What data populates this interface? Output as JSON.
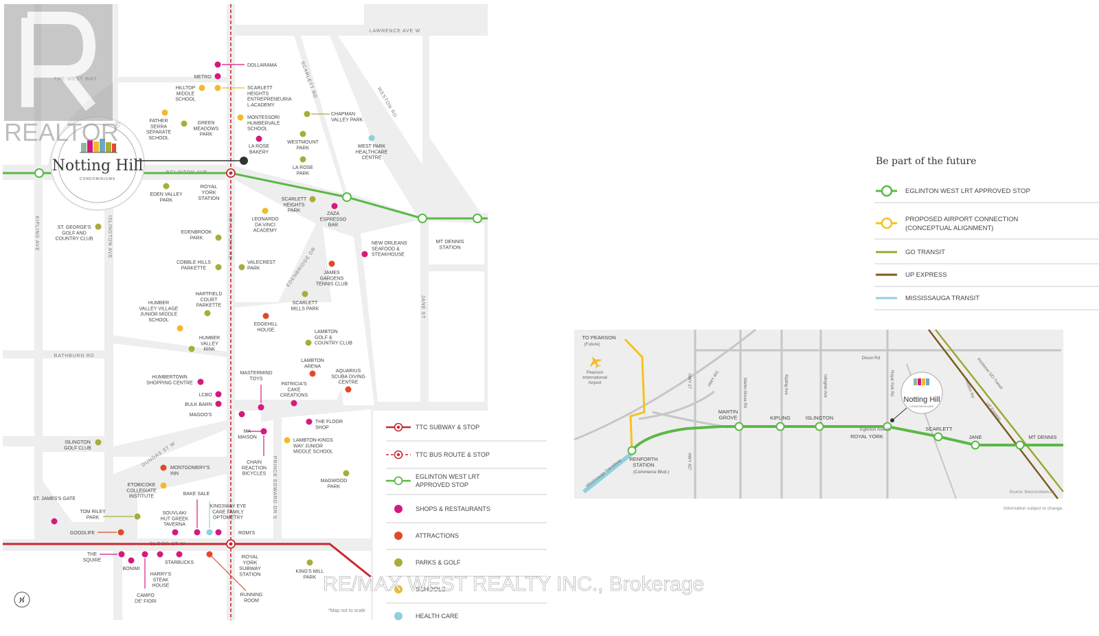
{
  "watermark": {
    "realtor": "REALTOR",
    "realtor_reg": "®",
    "brokerage": "RE/MAX WEST REALTY INC., Brokerage"
  },
  "logo": {
    "name": "Notting Hill",
    "sub": "CONDOMINIUMS"
  },
  "map": {
    "streets": {
      "lawrence": "LAWRENCE AVE W",
      "west_way": "THE WEST WAY",
      "eglinton": "EGLINTON AVE",
      "kipling": "KIPLING AVE",
      "islington": "ISLINGTON AVE",
      "royal_york": "ROYAL YORK RD",
      "scarlett": "SCARLETT RD",
      "weston": "WESTON RD",
      "edenbridge": "EDENBRIDGE DR",
      "jane": "JANE ST",
      "rathburn": "RATHBURN RD",
      "dundas": "DUNDAS ST W",
      "bloor": "BLOOR ST W",
      "prince_edward": "PRINCE EDWARD DR S"
    },
    "colors": {
      "shop": "#d6197e",
      "attraction": "#e04a2a",
      "park": "#a7ad3a",
      "school": "#f4b92a",
      "health": "#8fd0dc",
      "lrt": "#5bb846",
      "subway": "#c8282e",
      "road": "#eeeeee",
      "block": "#ffffff"
    },
    "poi": [
      {
        "id": "dollarama",
        "cat": "shop",
        "label": "DOLLARAMA"
      },
      {
        "id": "metro",
        "cat": "shop",
        "label": "METRO"
      },
      {
        "id": "hilltop",
        "cat": "school",
        "label": "HILLTOP\nMIDDLE\nSCHOOL"
      },
      {
        "id": "scarlett_heights_ea",
        "cat": "school",
        "label": "SCARLETT\nHEIGHTS\nENTREPRENEURIA\nL ACADEMY"
      },
      {
        "id": "father_serra",
        "cat": "school",
        "label": "FATHER\nSERRA\nSEPARATE\nSCHOOL"
      },
      {
        "id": "green_meadows",
        "cat": "park",
        "label": "GREEN\nMEADOWS\nPARK"
      },
      {
        "id": "montessori",
        "cat": "school",
        "label": "MONTESSORI\nHUMBERVALE\nSCHOOL"
      },
      {
        "id": "chapman",
        "cat": "park",
        "label": "CHAPMAN\nVALLEY PARK"
      },
      {
        "id": "la_rose_bakery",
        "cat": "shop",
        "label": "LA ROSE\nBAKERY"
      },
      {
        "id": "westmount",
        "cat": "park",
        "label": "WESTMOUNT\nPARK"
      },
      {
        "id": "west_park",
        "cat": "health",
        "label": "WEST PARK\nHEALTHCARE\nCENTRE"
      },
      {
        "id": "la_rose_park",
        "cat": "park",
        "label": "LA ROSE\nPARK"
      },
      {
        "id": "eden_valley",
        "cat": "park",
        "label": "EDEN VALLEY\nPARK"
      },
      {
        "id": "scarlett_heights_park",
        "cat": "park",
        "label": "SCARLETT\nHEIGHTS\nPARK"
      },
      {
        "id": "zaza",
        "cat": "shop",
        "label": "ZAZA\nESPRESSO\nBAR"
      },
      {
        "id": "leonardo",
        "cat": "school",
        "label": "LEONARDO\nDA VINCI\nACADEMY"
      },
      {
        "id": "st_georges",
        "cat": "park",
        "label": "ST. GEORGE'S\nGOLF AND\nCOUNTRY CLUB"
      },
      {
        "id": "edenbrook",
        "cat": "park",
        "label": "EDENBROOK\nPARK"
      },
      {
        "id": "new_orleans",
        "cat": "shop",
        "label": "NEW ORLEANS\nSEAFOOD &\nSTEAKHOUSE"
      },
      {
        "id": "cobble_hills",
        "cat": "park",
        "label": "COBBLE HILLS\nPARKETTE"
      },
      {
        "id": "valecrest",
        "cat": "park",
        "label": "VALECREST\nPARK"
      },
      {
        "id": "james_gardens",
        "cat": "attraction",
        "label": "JAMES\nGARDENS\nTENNIS CLUB"
      },
      {
        "id": "hartfield",
        "cat": "park",
        "label": "HARTFIELD\nCOURT\nPARKETTE"
      },
      {
        "id": "scarlett_mills",
        "cat": "park",
        "label": "SCARLETT\nMILLS PARK"
      },
      {
        "id": "humber_valley_school",
        "cat": "school",
        "label": "HUMBER\nVALLEY VILLAGE\nJUNIOR MIDDLE\nSCHOOL"
      },
      {
        "id": "edgehill",
        "cat": "attraction",
        "label": "EDGEHILL\nHOUSE"
      },
      {
        "id": "humber_valley_rink",
        "cat": "park",
        "label": "HUMBER\nVALLEY\nRINK"
      },
      {
        "id": "lambton_golf",
        "cat": "park",
        "label": "LAMBTON\nGOLF &\nCOUNTRY CLUB"
      },
      {
        "id": "lambton_arena",
        "cat": "attraction",
        "label": "LAMBTON\nARENA"
      },
      {
        "id": "mastermind",
        "cat": "shop",
        "label": "MASTERMIND\nTOYS"
      },
      {
        "id": "aquarius",
        "cat": "attraction",
        "label": "AQUARIUS\nSCUBA DIVING\nCENTRE"
      },
      {
        "id": "humbertown",
        "cat": "shop",
        "label": "HUMBERTOWN\nSHOPPING CENTRE"
      },
      {
        "id": "patricias",
        "cat": "shop",
        "label": "PATRICIA'S\nCAKE\nCREATIONS"
      },
      {
        "id": "lcbo",
        "cat": "shop",
        "label": "LCBO"
      },
      {
        "id": "bulk_barn",
        "cat": "shop",
        "label": "BULK BARN"
      },
      {
        "id": "magoos",
        "cat": "shop",
        "label": "MAGOO'S"
      },
      {
        "id": "floor_shop",
        "cat": "shop",
        "label": "THE FLOOR\nSHOP"
      },
      {
        "id": "ma_maison",
        "cat": "shop",
        "label": "MA\nMAISON"
      },
      {
        "id": "lambton_kings",
        "cat": "school",
        "label": "LAMBTON-KINGS\nWAY JUNIOR\nMIDDLE SCHOOL"
      },
      {
        "id": "islington_golf",
        "cat": "park",
        "label": "ISLINGTON\nGOLF CLUB"
      },
      {
        "id": "chain_reaction",
        "cat": "shop",
        "label": "CHAIN\nREACTION\nBICYCLES"
      },
      {
        "id": "montgomerys",
        "cat": "attraction",
        "label": "MONTGOMERY'S\nINN"
      },
      {
        "id": "magwood",
        "cat": "park",
        "label": "MAGWOOD\nPARK"
      },
      {
        "id": "etobicoke_ci",
        "cat": "school",
        "label": "ETOBICOKE\nCOLLEGIATE\nINSTITUTE"
      },
      {
        "id": "bake_sale",
        "cat": "shop",
        "label": "BAKE SALE"
      },
      {
        "id": "kingsway_eye",
        "cat": "health",
        "label": "KINGSWAY EYE\nCARE FAMILY\nOPTOMETRY"
      },
      {
        "id": "st_james_gate",
        "cat": "shop",
        "label": "ST. JAMES'S GATE"
      },
      {
        "id": "tom_riley",
        "cat": "park",
        "label": "TOM RILEY\nPARK"
      },
      {
        "id": "souvlaki",
        "cat": "shop",
        "label": "SOUVLAKI\nHUT GREEK\nTAVERNA"
      },
      {
        "id": "goodlife",
        "cat": "attraction",
        "label": "GOODLIFE"
      },
      {
        "id": "romis",
        "cat": "shop",
        "label": "ROMI'S"
      },
      {
        "id": "the_squire",
        "cat": "shop",
        "label": "THE\nSQUIRE"
      },
      {
        "id": "bonimi",
        "cat": "shop",
        "label": "BONIMI"
      },
      {
        "id": "harrys",
        "cat": "shop",
        "label": "HARRY'S\nSTEAK\nHOUSE"
      },
      {
        "id": "starbucks",
        "cat": "shop",
        "label": "STARBUCKS"
      },
      {
        "id": "campo",
        "cat": "shop",
        "label": "CAMPO\nDE' FIORI"
      },
      {
        "id": "running_room",
        "cat": "attraction",
        "label": "RUNNING\nROOM"
      },
      {
        "id": "kings_mill",
        "cat": "park",
        "label": "KING'S MILL\nPARK"
      }
    ],
    "stations": {
      "royal_york": "ROYAL\nYORK\nSTATION",
      "mt_dennis": "MT DENNIS\nSTATION",
      "royal_york_subway": "ROYAL\nYORK\nSUBWAY\nSTATION"
    },
    "compass": "N",
    "disclaimer": "*Map not to scale"
  },
  "legend": {
    "items": [
      {
        "icon": "subway",
        "label": "TTC SUBWAY & STOP"
      },
      {
        "icon": "bus",
        "label": "TTC BUS ROUTE & STOP"
      },
      {
        "icon": "lrt",
        "label": "EGLINTON WEST LRT\nAPPROVED STOP"
      },
      {
        "icon": "shop",
        "label": "SHOPS & RESTAURANTS"
      },
      {
        "icon": "attraction",
        "label": "ATTRACTIONS"
      },
      {
        "icon": "park",
        "label": "PARKS & GOLF"
      },
      {
        "icon": "school",
        "label": "SCHOOLS"
      },
      {
        "icon": "health",
        "label": "HEALTH CARE"
      }
    ]
  },
  "future": {
    "title": "Be part of the future",
    "items": [
      {
        "icon": "lrt-stop",
        "color": "#5bb846",
        "label": "EGLINTON WEST LRT APPROVED STOP"
      },
      {
        "icon": "airport-stop",
        "color": "#f4c21f",
        "label": "PROPOSED AIRPORT CONNECTION\n(CONCEPTUAL ALIGNMENT)"
      },
      {
        "icon": "line",
        "color": "#9aa833",
        "label": "GO TRANSIT"
      },
      {
        "icon": "line",
        "color": "#7c5a1e",
        "label": "UP EXPRESS"
      },
      {
        "icon": "line",
        "color": "#8fd0dc",
        "label": "MISSISSAUGA TRANSIT"
      }
    ]
  },
  "transit_map": {
    "to_pearson": "TO PEARSON",
    "future": "(Future)",
    "airport": "Pearson\nInternational\nAirport",
    "roads": {
      "hwy27": "HWY 27",
      "hwy401": "HWY 401",
      "hwy427": "HWY 427",
      "martin_grove": "Martin Grove Rd",
      "kipling": "Kipling Ave",
      "islington": "Islington Ave",
      "royal_york": "Royal York Rd",
      "weston": "Weston Rd",
      "dixon": "Dixon Rd",
      "eglinton": "Eglinton Ave W",
      "kitchener": "Kitchener GO Transit",
      "up_express": "UP Express",
      "mississauga": "Mississauga Transitway"
    },
    "stops": {
      "renforth": "RENFORTH\nSTATION",
      "renforth_sub": "(Commerce Blvd.)",
      "martin_grove": "MARTIN\nGROVE",
      "kipling": "KIPLING",
      "islington": "ISLINGTON",
      "royal_york": "ROYAL YORK",
      "scarlett": "SCARLETT",
      "jane": "JANE",
      "mt_dennis": "MT DENNIS"
    },
    "logo_name": "Notting Hill",
    "logo_sub": "CONDOMINIUMS",
    "source": "Source: thecrosstown.ca",
    "note": "Information subject to change."
  }
}
